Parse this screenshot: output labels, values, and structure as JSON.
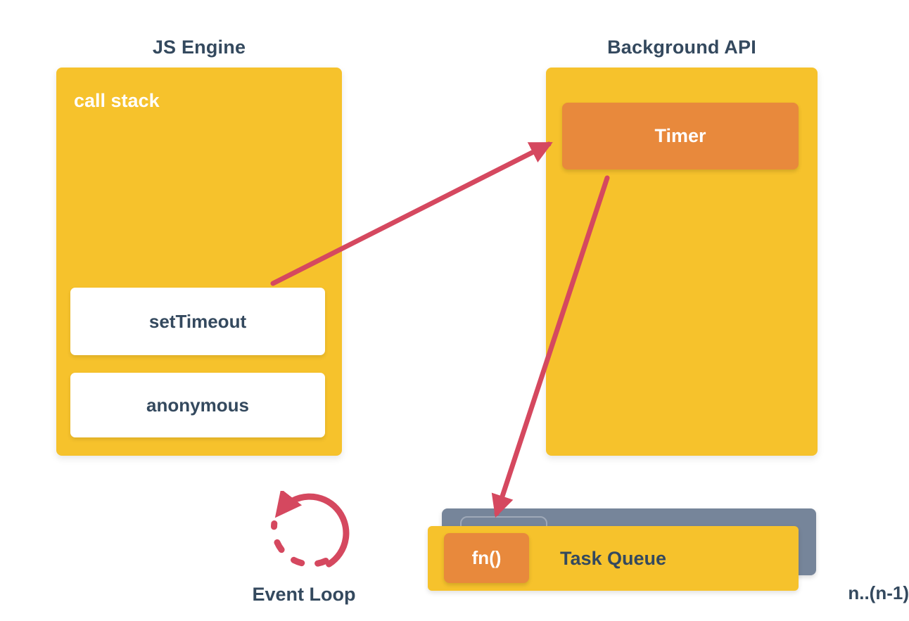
{
  "colors": {
    "box_yellow": "#F6C22C",
    "accent_orange": "#E8893C",
    "arrow_red": "#D5485F",
    "queue_gray": "#76859A",
    "text_dark": "#34495E",
    "text_white": "#FFFFFF"
  },
  "js_engine": {
    "title": "JS Engine",
    "call_stack_label": "call stack",
    "frames": [
      "setTimeout",
      "anonymous"
    ]
  },
  "background_api": {
    "title": "Background API",
    "timer_label": "Timer"
  },
  "event_loop": {
    "label": "Event Loop"
  },
  "task_queue": {
    "label": "Task Queue",
    "task_label": "fn()",
    "range_label": "n..(n-1)"
  }
}
